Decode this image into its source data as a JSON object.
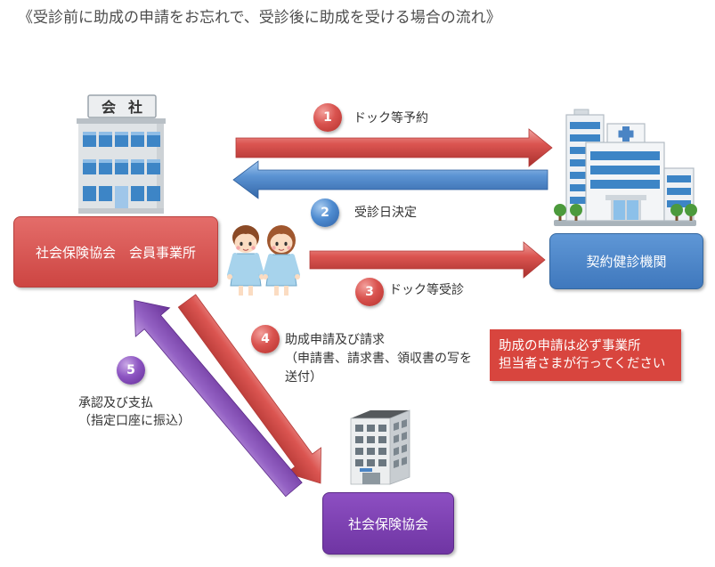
{
  "title": "《受診前に助成の申請をお忘れで、受診後に助成を受ける場合の流れ》",
  "nodes": {
    "member_office": "社会保険協会　会員事業所",
    "checkup_facility": "契約健診機関",
    "association": "社会保険協会"
  },
  "steps": [
    {
      "number": "1",
      "lines": [
        "ドック等予約"
      ],
      "color": "#d9534f"
    },
    {
      "number": "2",
      "lines": [
        "受診日決定"
      ],
      "color": "#4a84c4"
    },
    {
      "number": "3",
      "lines": [
        "ドック等受診"
      ],
      "color": "#d9534f"
    },
    {
      "number": "4",
      "lines": [
        "助成申請及び請求",
        "（申請書、請求書、領収書の写を",
        "送付）"
      ],
      "color": "#d9534f"
    },
    {
      "number": "5",
      "lines": [
        "承認及び支払",
        "（指定口座に振込）"
      ],
      "color": "#7a3fae"
    }
  ],
  "note": {
    "lines": [
      "助成の申請は必ず事業所",
      "担当者さまが行ってください"
    ],
    "color": "#d8453e"
  },
  "company_sign": [
    "会",
    "社"
  ],
  "icons": {
    "member_office": "office-building-icon",
    "checkup_facility": "hospital-icon",
    "patients": "patients-icon",
    "association": "association-building-icon"
  },
  "colors": {
    "member_office": "#d9534f",
    "checkup_facility": "#4a84c4",
    "association": "#7a3fae",
    "title": "#4d4d4d"
  }
}
